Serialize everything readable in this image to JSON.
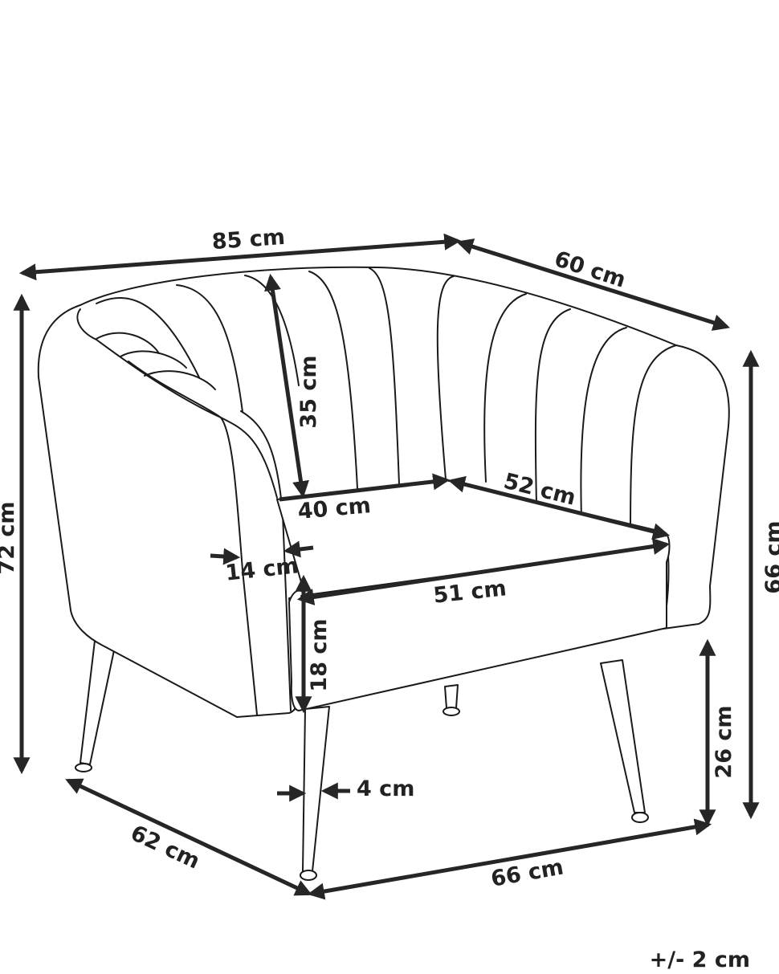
{
  "dimensions": {
    "width": "85 cm",
    "depth": "60 cm",
    "height_total": "72 cm",
    "height_side": "66 cm",
    "backrest_height": "35 cm",
    "seat_depth": "40 cm",
    "seat_depth_side": "52 cm",
    "armrest_width": "14 cm",
    "seat_width": "51 cm",
    "seat_thickness": "18 cm",
    "seat_height": "26 cm",
    "leg_width": "4 cm",
    "base_depth": "62 cm",
    "base_width": "66 cm"
  },
  "tolerance": "+/- 2 cm",
  "colors": {
    "line": "#1a1a1a",
    "dimension": "#262626",
    "background": "#ffffff"
  }
}
